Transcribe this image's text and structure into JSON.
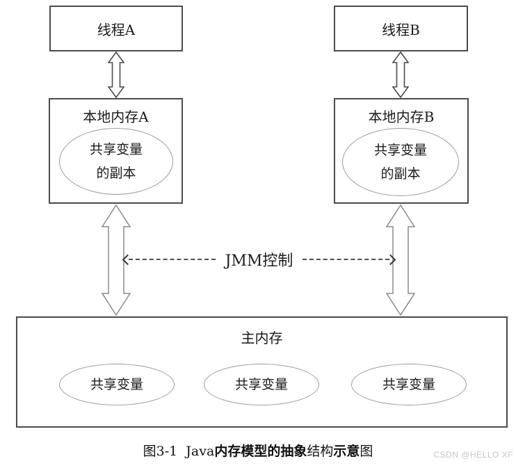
{
  "diagram": {
    "thread_a": {
      "label": "线程A"
    },
    "thread_b": {
      "label": "线程B"
    },
    "local_memory_a": {
      "title": "本地内存A",
      "copy_line1": "共享变量",
      "copy_line2": "的副本"
    },
    "local_memory_b": {
      "title": "本地内存B",
      "copy_line1": "共享变量",
      "copy_line2": "的副本"
    },
    "jmm_control": {
      "label": "JMM控制"
    },
    "main_memory": {
      "title": "主内存",
      "ellipses": [
        "共享变量",
        "共享变量",
        "共享变量"
      ]
    },
    "caption": {
      "segments": [
        {
          "text": "图3-1  Java",
          "bold": false
        },
        {
          "text": "内存模型的抽象",
          "bold": true
        },
        {
          "text": "结构",
          "bold": false
        },
        {
          "text": "示意",
          "bold": true
        },
        {
          "text": "图",
          "bold": false
        }
      ]
    },
    "watermark": "CSDN @HELLO XF",
    "icons": {
      "thread_to_local": "double-headed-vertical-arrow-icon",
      "local_to_main": "large-double-headed-vertical-arrow-icon",
      "jmm": "dashed-double-headed-horizontal-arrow-icon"
    },
    "colors": {
      "box_border": "#4a4a4a",
      "ellipse_border": "#9b9b9b",
      "small_arrow_outline": "#4a4a4a",
      "big_arrow_outline": "#8a8a8a",
      "dash_line": "#4f4f4f",
      "text": "#1a1a1a",
      "watermark": "#c2c6c9",
      "background": "#ffffff"
    }
  }
}
